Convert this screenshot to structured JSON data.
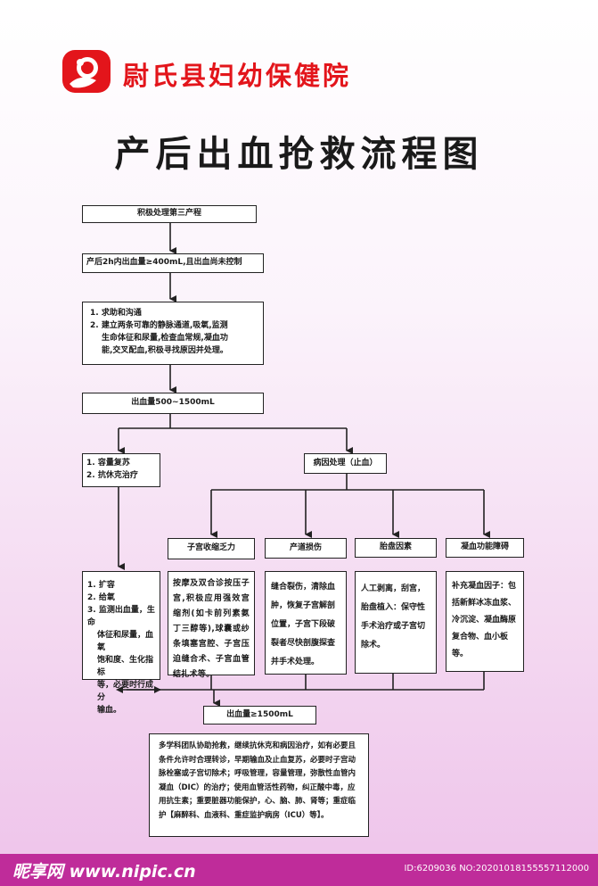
{
  "header": {
    "hospital_name": "尉氏县妇幼保健院",
    "title": "产后出血抢救流程图"
  },
  "colors": {
    "brand_red": "#e3151b",
    "footer_bar": "#bf2c9a"
  },
  "flow": {
    "step1": "积极处理第三产程",
    "step2": "产后2h内出血量≥400mL,且出血尚未控制",
    "step3": {
      "line1": "1. 求助和沟通",
      "line2": "2. 建立两条可靠的静脉通道,吸氧,监测",
      "line3": "生命体征和尿量,检查血常规,凝血功",
      "line4": "能,交叉配血,积极寻找原因并处理。"
    },
    "step4": "出血量500~1500mL",
    "left_branch": {
      "line1": "1. 容量复苏",
      "line2": "2. 抗休克治疗"
    },
    "cause_box": "病因处理（止血）",
    "causes": [
      {
        "title": "子宫收缩乏力",
        "text": "按摩及双合诊按压子宫,积极应用强效宫缩剂(如卡前列素氨丁三醇等),球囊或纱条填塞宫腔、子宫压迫缝合术、子宫血管结扎术等。"
      },
      {
        "title": "产道损伤",
        "text": "缝合裂伤，清除血肿，恢复子宫解剖位置，子宫下段破裂者尽快剖腹探查并手术处理。"
      },
      {
        "title": "胎盘因素",
        "text": "人工剥离，刮宫，胎盘植入：保守性手术治疗或子宫切除术。"
      },
      {
        "title": "凝血功能障碍",
        "text": "补充凝血因子：包括新鲜冰冻血浆、冷沉淀、凝血酶原复合物、血小板等。"
      }
    ],
    "left_detail": {
      "line1": "1. 扩容",
      "line2": "2. 给氧",
      "line3": "3. 监测出血量，生命",
      "line4": "体征和尿量，血氧",
      "line5": "饱和度、生化指标",
      "line6": "等，必要时行成分",
      "line7": "输血。"
    },
    "step5": "出血量≥1500mL",
    "final": "多学科团队协助抢救，继续抗休克和病因治疗，如有必要且条件允许时合理转诊，早期输血及止血复苏，必要时子宫动脉栓塞或子宫切除术；呼吸管理，容量管理，弥散性血管内凝血（DIC）的治疗；使用血管活性药物，纠正酸中毒，应用抗生素；重要脏器功能保护，心、脑、肺、肾等；重症临护【麻醉科、血液科、重症监护病房（ICU）等】。"
  },
  "footer": {
    "watermark": "昵享网 www.nipic.cn",
    "image_id": "ID:6209036 NO:20201018155557112000"
  }
}
